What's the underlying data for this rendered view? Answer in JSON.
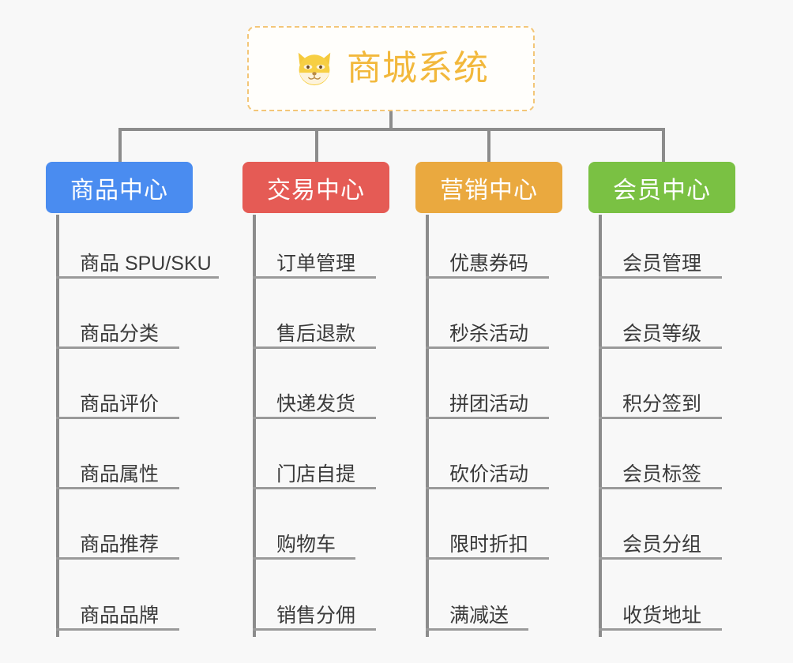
{
  "canvas": {
    "background": "#f8f8f8",
    "connector_color": "#8c8c8c"
  },
  "root": {
    "title": "商城系统",
    "icon": "shiba-dog-face-icon",
    "text_color": "#f2b83c",
    "border_color": "#f3c678",
    "background": "#fffefb"
  },
  "columns": [
    {
      "id": "product-center",
      "label": "商品中心",
      "color": "#4a8cf0",
      "items": [
        {
          "label": "商品 SPU/SKU",
          "rule_width": 206
        },
        {
          "label": "商品分类",
          "rule_width": 156
        },
        {
          "label": "商品评价",
          "rule_width": 156
        },
        {
          "label": "商品属性",
          "rule_width": 156
        },
        {
          "label": "商品推荐",
          "rule_width": 156
        },
        {
          "label": "商品品牌",
          "rule_width": 156
        }
      ]
    },
    {
      "id": "trade-center",
      "label": "交易中心",
      "color": "#e55b55",
      "items": [
        {
          "label": "订单管理",
          "rule_width": 156
        },
        {
          "label": "售后退款",
          "rule_width": 156
        },
        {
          "label": "快递发货",
          "rule_width": 156
        },
        {
          "label": "门店自提",
          "rule_width": 156
        },
        {
          "label": "购物车",
          "rule_width": 130
        },
        {
          "label": "销售分佣",
          "rule_width": 156
        }
      ]
    },
    {
      "id": "marketing-center",
      "label": "营销中心",
      "color": "#eaa93f",
      "items": [
        {
          "label": "优惠券码",
          "rule_width": 156
        },
        {
          "label": "秒杀活动",
          "rule_width": 156
        },
        {
          "label": "拼团活动",
          "rule_width": 156
        },
        {
          "label": "砍价活动",
          "rule_width": 156
        },
        {
          "label": "限时折扣",
          "rule_width": 156
        },
        {
          "label": "满减送",
          "rule_width": 130
        }
      ]
    },
    {
      "id": "member-center",
      "label": "会员中心",
      "color": "#7ac143",
      "items": [
        {
          "label": "会员管理",
          "rule_width": 156
        },
        {
          "label": "会员等级",
          "rule_width": 156
        },
        {
          "label": "积分签到",
          "rule_width": 156
        },
        {
          "label": "会员标签",
          "rule_width": 156
        },
        {
          "label": "会员分组",
          "rule_width": 156
        },
        {
          "label": "收货地址",
          "rule_width": 156
        }
      ]
    }
  ]
}
